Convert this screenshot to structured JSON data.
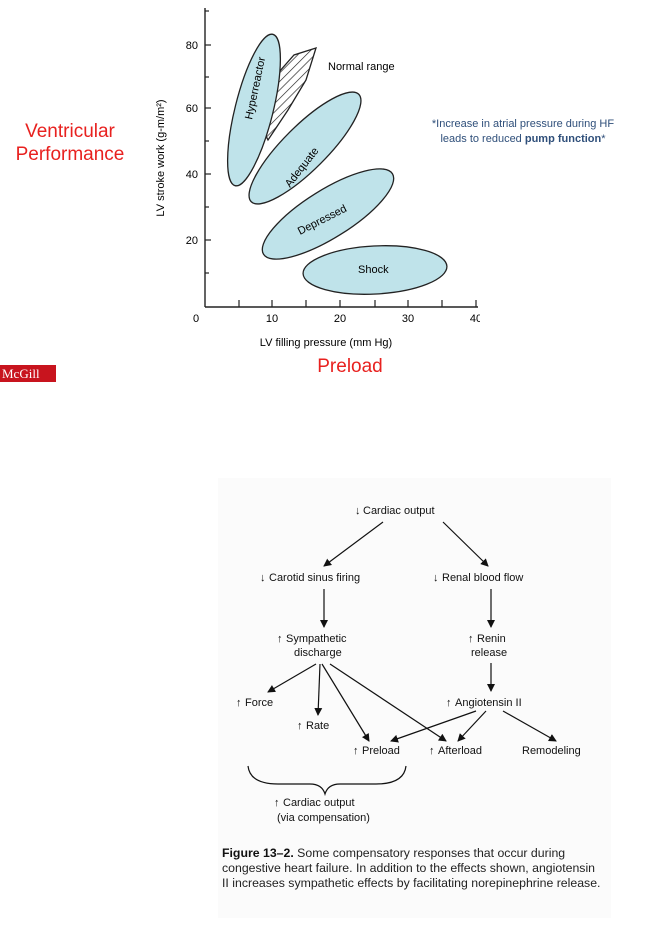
{
  "chart": {
    "y_axis_label": "LV stroke work (g-m/m²)",
    "x_axis_label": "LV filling pressure (mm Hg)",
    "y_ticks": [
      "80",
      "60",
      "40",
      "20"
    ],
    "x_ticks": [
      "0",
      "10",
      "20",
      "30",
      "40"
    ],
    "regions": {
      "hyperreactor": "Hyperreactor",
      "normal": "Normal range",
      "adequate": "Adequate",
      "depressed": "Depressed",
      "shock": "Shock"
    }
  },
  "chart_data": {
    "type": "scatter",
    "title": "",
    "xlabel": "LV filling pressure (mm Hg)",
    "ylabel": "LV stroke work (g-m/m²)",
    "xlim": [
      0,
      40
    ],
    "ylim": [
      0,
      90
    ],
    "grid": false,
    "regions": [
      "Hyperreactor",
      "Normal range",
      "Adequate",
      "Depressed",
      "Shock"
    ]
  },
  "labels": {
    "ventricular": "Ventricular",
    "performance": "Performance",
    "preload": "Preload",
    "mcgill": "McGill",
    "note_line1": "*Increase in atrial pressure during HF",
    "note_line2_prefix": "leads to reduced ",
    "note_line2_bold": "pump function",
    "note_line2_suffix": "*"
  },
  "flow": {
    "cardiac_output": "Cardiac output",
    "carotid": "Carotid sinus firing",
    "renal": "Renal blood flow",
    "sympathetic_1": "Sympathetic",
    "sympathetic_2": "discharge",
    "renin_1": "Renin",
    "renin_2": "release",
    "force": "Force",
    "rate": "Rate",
    "angiotensin": "Angiotensin II",
    "preload": "Preload",
    "afterload": "Afterload",
    "remodeling": "Remodeling",
    "co_comp_1": "Cardiac output",
    "co_comp_2": "(via compensation)"
  },
  "caption": {
    "label": "Figure 13–2.",
    "text": " Some compensatory responses that occur during congestive heart failure. In addition to the effects shown, angiotensin II increases sympathetic effects by facilitating norepinephrine release."
  }
}
